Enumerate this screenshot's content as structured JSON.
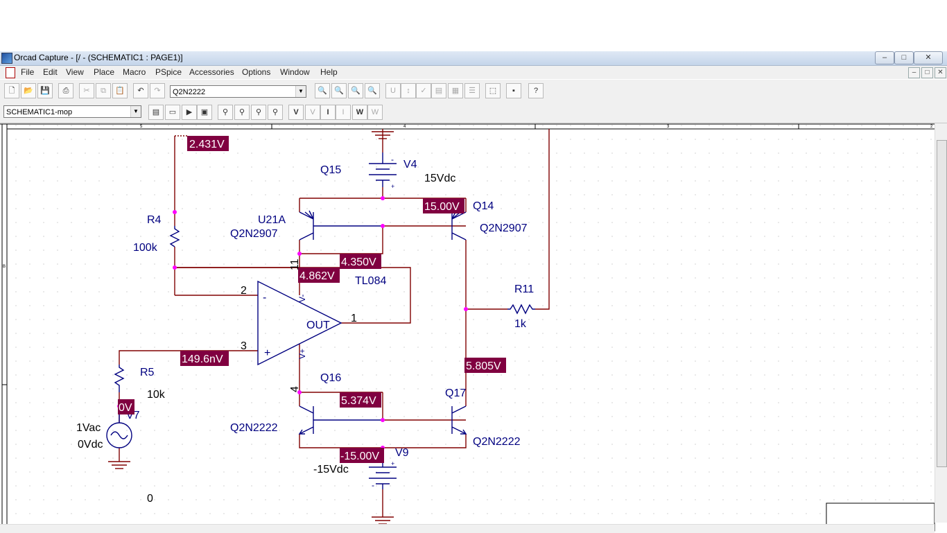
{
  "window": {
    "title": "Orcad Capture - [/ - (SCHEMATIC1 : PAGE1)]",
    "min": "–",
    "max": "□",
    "close": "✕"
  },
  "menu": {
    "items": [
      "File",
      "Edit",
      "View",
      "Place",
      "Macro",
      "PSpice",
      "Accessories",
      "Options",
      "Window",
      "Help"
    ]
  },
  "toolbar1": {
    "part_combo": "Q2N2222"
  },
  "toolbar2": {
    "profile_combo": "SCHEMATIC1-mop"
  },
  "ruler": {
    "cols": [
      "5",
      "4",
      "3",
      "2"
    ],
    "row": "B"
  },
  "schematic": {
    "labels": {
      "q15": "Q15",
      "v4": "V4",
      "v4_val": "15Vdc",
      "q14": "Q14",
      "q14_model": "Q2N2907",
      "u21a": "U21A",
      "q2n2907_left": "Q2N2907",
      "r4": "R4",
      "r4_val": "100k",
      "tl084": "TL084",
      "r11": "R11",
      "r11_val": "1k",
      "out": "OUT",
      "pin2": "2",
      "pin3": "3",
      "pin1": "1",
      "pin11": "11",
      "pin4": "4",
      "minus": "-",
      "plus": "+",
      "vminus": "V-",
      "vplus": "V+",
      "q16": "Q16",
      "q17": "Q17",
      "r5": "R5",
      "r5_val": "10k",
      "v7": "V7",
      "v7_ac": "1Vac",
      "v7_dc": "0Vdc",
      "q2n2222_left": "Q2N2222",
      "q2n2222_right": "Q2N2222",
      "v9": "V9",
      "v9_val": "-15Vdc",
      "gnd0": "0",
      "bat_minus_top": "-",
      "bat_plus_top": "+",
      "bat_plus_bot": "+",
      "bat_minus_bot": "-"
    },
    "voltages": {
      "v1": "2.431V",
      "v2": "15.00V",
      "v3": "4.350V",
      "v4": "4.862V",
      "v5": "149.6nV",
      "v6": "5.805V",
      "v7": "5.374V",
      "v8": "0V",
      "v9": "-15.00V"
    },
    "colors": {
      "wire": "#800000",
      "part": "#000080",
      "label": "#000080",
      "node": "#ff00ff",
      "voltage_bg": "#800040"
    }
  }
}
